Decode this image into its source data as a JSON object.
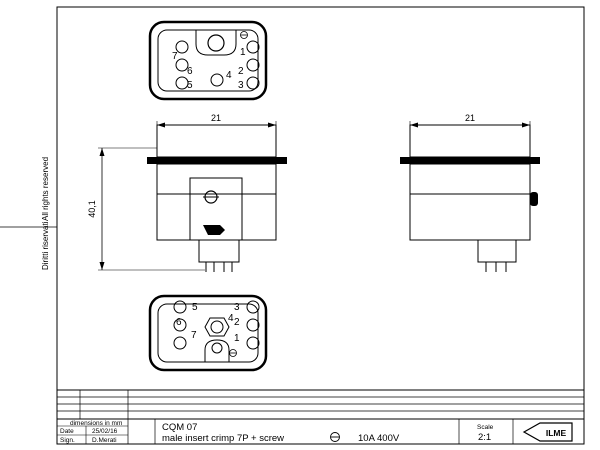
{
  "drawing": {
    "top_view_pins": [
      "7",
      "1",
      "6",
      "4",
      "2",
      "5",
      "3"
    ],
    "bottom_view_pins": [
      "5",
      "3",
      "6",
      "4",
      "2",
      "7",
      "1"
    ],
    "dimension_width_front": "21",
    "dimension_width_side": "21",
    "dimension_height": "40,1"
  },
  "side_notes": {
    "rights_it": "Diritti riservati",
    "rights_en": "All rights reserved"
  },
  "title_block": {
    "dimensions_note": "dimensions in mm",
    "date_label": "Date",
    "date_value": "25/02/16",
    "sign_label": "Sign.",
    "sign_value": "D.Merati",
    "part_code": "CQM 07",
    "description": "male insert crimp 7P + screw",
    "rating": "10A 400V",
    "scale_label": "Scale",
    "scale_value": "2:1",
    "logo_text": "ILME"
  }
}
